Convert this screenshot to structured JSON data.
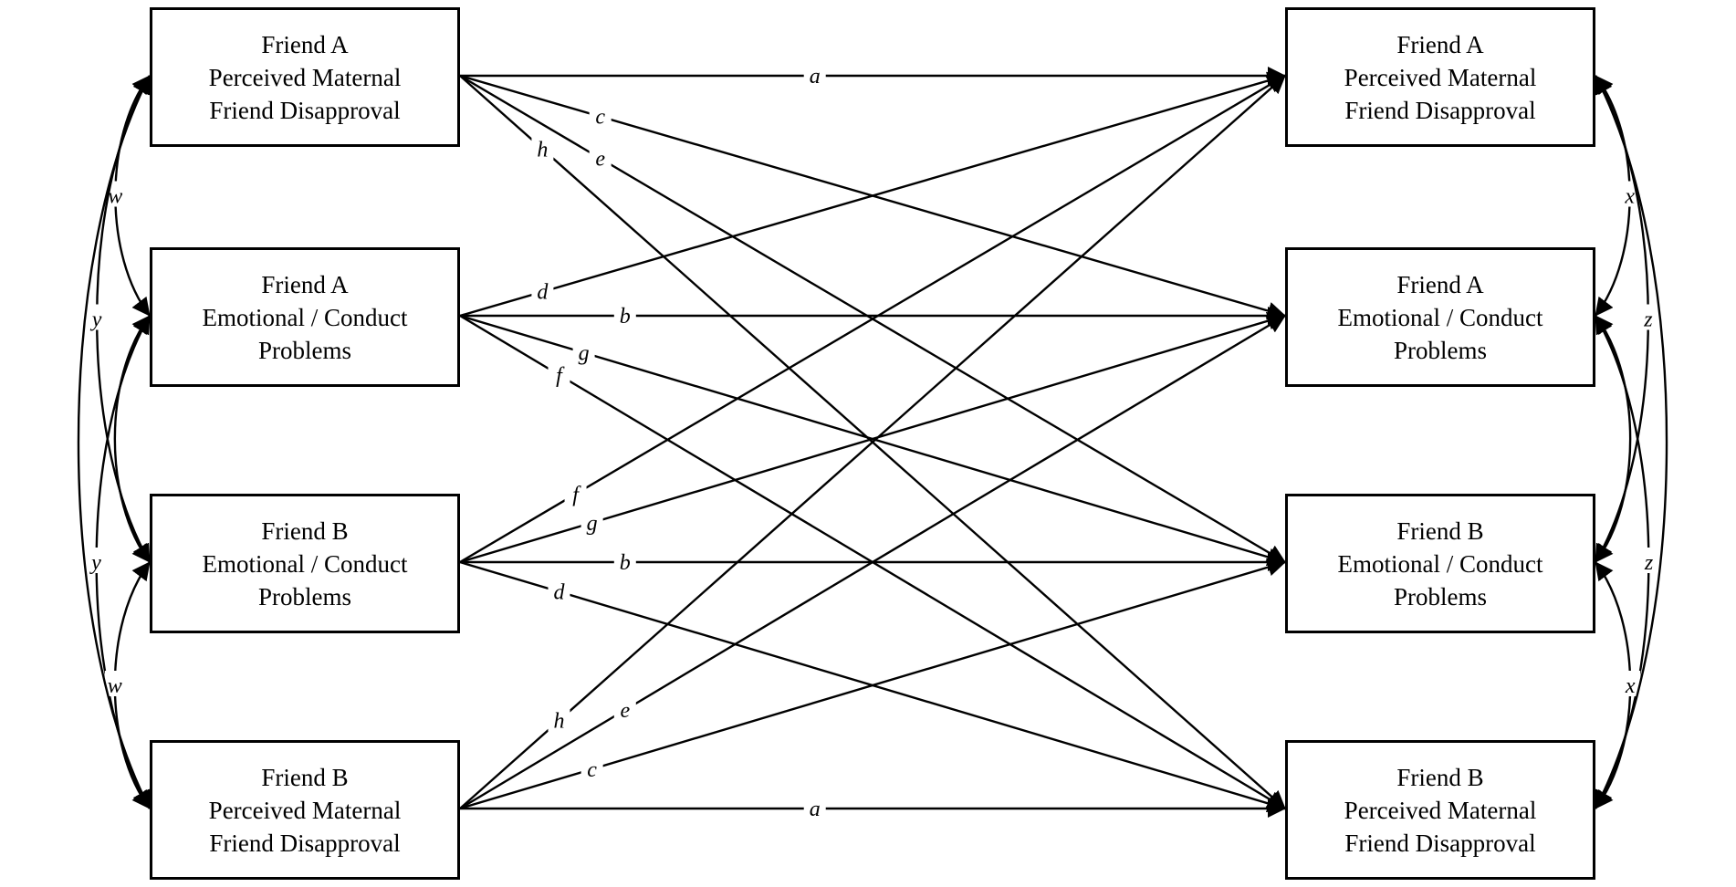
{
  "nodes": [
    {
      "id": "t1_a_pmfd",
      "lines": [
        "Friend A",
        "Perceived Maternal",
        "Friend Disapproval"
      ]
    },
    {
      "id": "t1_a_ecp",
      "lines": [
        "Friend A",
        "Emotional / Conduct",
        "Problems"
      ]
    },
    {
      "id": "t1_b_ecp",
      "lines": [
        "Friend B",
        "Emotional / Conduct",
        "Problems"
      ]
    },
    {
      "id": "t1_b_pmfd",
      "lines": [
        "Friend B",
        "Perceived Maternal",
        "Friend Disapproval"
      ]
    },
    {
      "id": "t2_a_pmfd",
      "lines": [
        "Friend A",
        "Perceived Maternal",
        "Friend Disapproval"
      ]
    },
    {
      "id": "t2_a_ecp",
      "lines": [
        "Friend A",
        "Emotional / Conduct",
        "Problems"
      ]
    },
    {
      "id": "t2_b_ecp",
      "lines": [
        "Friend B",
        "Emotional / Conduct",
        "Problems"
      ]
    },
    {
      "id": "t2_b_pmfd",
      "lines": [
        "Friend B",
        "Perceived Maternal",
        "Friend Disapproval"
      ]
    }
  ],
  "paths": [
    {
      "from": 0,
      "to": 4,
      "label": "a"
    },
    {
      "from": 0,
      "to": 5,
      "label": "c"
    },
    {
      "from": 0,
      "to": 6,
      "label": "e"
    },
    {
      "from": 0,
      "to": 7,
      "label": "h"
    },
    {
      "from": 1,
      "to": 4,
      "label": "d"
    },
    {
      "from": 1,
      "to": 5,
      "label": "b"
    },
    {
      "from": 1,
      "to": 6,
      "label": "g"
    },
    {
      "from": 1,
      "to": 7,
      "label": "f"
    },
    {
      "from": 2,
      "to": 4,
      "label": "f"
    },
    {
      "from": 2,
      "to": 5,
      "label": "g"
    },
    {
      "from": 2,
      "to": 6,
      "label": "b"
    },
    {
      "from": 2,
      "to": 7,
      "label": "d"
    },
    {
      "from": 3,
      "to": 4,
      "label": "h"
    },
    {
      "from": 3,
      "to": 5,
      "label": "e"
    },
    {
      "from": 3,
      "to": 6,
      "label": "c"
    },
    {
      "from": 3,
      "to": 7,
      "label": "a"
    }
  ],
  "correlations": [
    {
      "side": "left",
      "from": 0,
      "to": 1,
      "label": "w"
    },
    {
      "side": "left",
      "from": 0,
      "to": 2,
      "label": "y"
    },
    {
      "side": "left",
      "from": 1,
      "to": 3,
      "label": "y"
    },
    {
      "side": "left",
      "from": 2,
      "to": 3,
      "label": "w"
    },
    {
      "side": "left",
      "from": 1,
      "to": 2,
      "label": ""
    },
    {
      "side": "left",
      "from": 0,
      "to": 3,
      "label": ""
    },
    {
      "side": "right",
      "from": 4,
      "to": 5,
      "label": "x"
    },
    {
      "side": "right",
      "from": 4,
      "to": 6,
      "label": "z"
    },
    {
      "side": "right",
      "from": 5,
      "to": 7,
      "label": "z"
    },
    {
      "side": "right",
      "from": 6,
      "to": 7,
      "label": "x"
    },
    {
      "side": "right",
      "from": 5,
      "to": 6,
      "label": ""
    },
    {
      "side": "right",
      "from": 4,
      "to": 7,
      "label": ""
    }
  ]
}
